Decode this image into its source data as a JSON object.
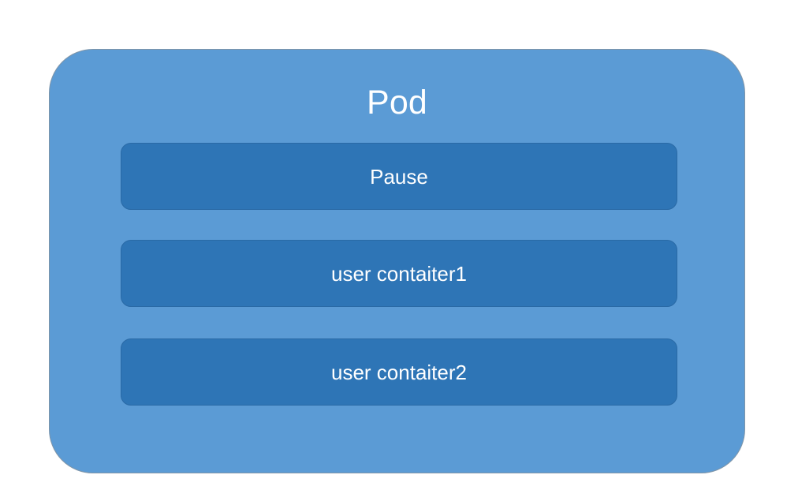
{
  "diagram": {
    "type": "nested-box",
    "background_color": "#ffffff",
    "container": {
      "title": "Pod",
      "fill_color": "#5b9bd5",
      "border_color": "#7f95a8",
      "title_color": "#ffffff"
    },
    "boxes": [
      {
        "label": "Pause",
        "fill_color": "#2e75b6",
        "label_color": "#ffffff"
      },
      {
        "label": "user contaiter1",
        "fill_color": "#2e75b6",
        "label_color": "#ffffff"
      },
      {
        "label": "user contaiter2",
        "fill_color": "#2e75b6",
        "label_color": "#ffffff"
      }
    ]
  }
}
